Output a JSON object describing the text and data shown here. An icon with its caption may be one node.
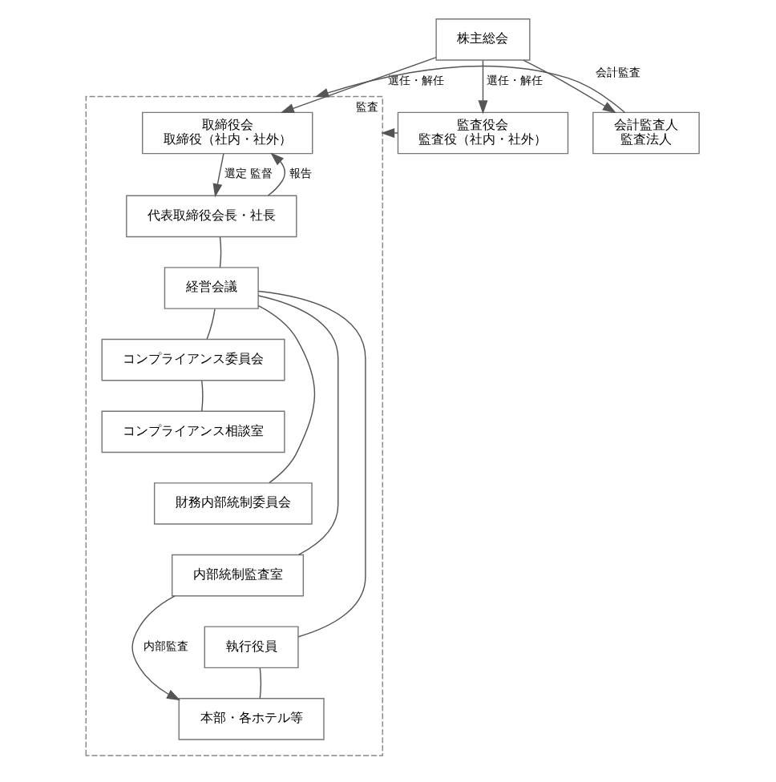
{
  "diagram": {
    "nodes": [
      {
        "text": [
          "株主総会"
        ]
      },
      {
        "text": [],
        "shape": "box"
      },
      {
        "text": [
          "取締役会",
          "取締役（社内・社外）"
        ],
        "in": 1
      },
      {
        "text": [
          "代表取締役会長・社長"
        ],
        "in": 1
      },
      {
        "text": [
          "経営会議"
        ],
        "in": 1
      },
      {
        "text": [
          "コンプライアンス委員会"
        ],
        "in": 1
      },
      {
        "text": [
          "コンプライアンス相談室"
        ],
        "in": 1
      },
      {
        "text": [
          "財務内部統制委員会"
        ],
        "in": 1
      },
      {
        "text": [
          "内部統制監査室"
        ],
        "in": 1
      },
      {
        "text": [
          "執行役員"
        ],
        "in": 1
      },
      {
        "text": [
          "本部・各ホテル等"
        ],
        "in": 1
      },
      {
        "text": [
          "監査役会",
          "監査役（社内・社外）"
        ]
      },
      {
        "text": [
          "会計監査人",
          "監査法人"
        ]
      }
    ],
    "edges": [
      {
        "from": 0,
        "to": 2,
        "arrow": "to",
        "label": "選任・解任"
      },
      {
        "from": 0,
        "to": 11,
        "arrow": "to",
        "label": "選任・解任"
      },
      {
        "from": 0,
        "to": 12,
        "arrow": "to"
      },
      {
        "from": 11,
        "to": 1,
        "arrow": "to",
        "label": "監査"
      },
      {
        "from": 12,
        "to": 1,
        "arrow": "to",
        "label": "会計監査"
      },
      {
        "from": 2,
        "to": 3,
        "arrow": "to",
        "label": "選定 監督"
      },
      {
        "from": 3,
        "to": 2,
        "arrow": "to",
        "label": "報告"
      },
      {
        "from": 3,
        "to": 4,
        "arrow": "none"
      },
      {
        "from": 4,
        "to": 5,
        "arrow": "none"
      },
      {
        "from": 5,
        "to": 6,
        "arrow": "none"
      },
      {
        "from": 4,
        "to": 7,
        "arrow": "none"
      },
      {
        "from": 4,
        "to": 8,
        "arrow": "none"
      },
      {
        "from": 4,
        "to": 9,
        "arrow": "none"
      },
      {
        "from": 9,
        "to": 10,
        "arrow": "none"
      },
      {
        "from": 8,
        "to": 10,
        "arrow": "to",
        "label": "内部監査"
      }
    ]
  }
}
